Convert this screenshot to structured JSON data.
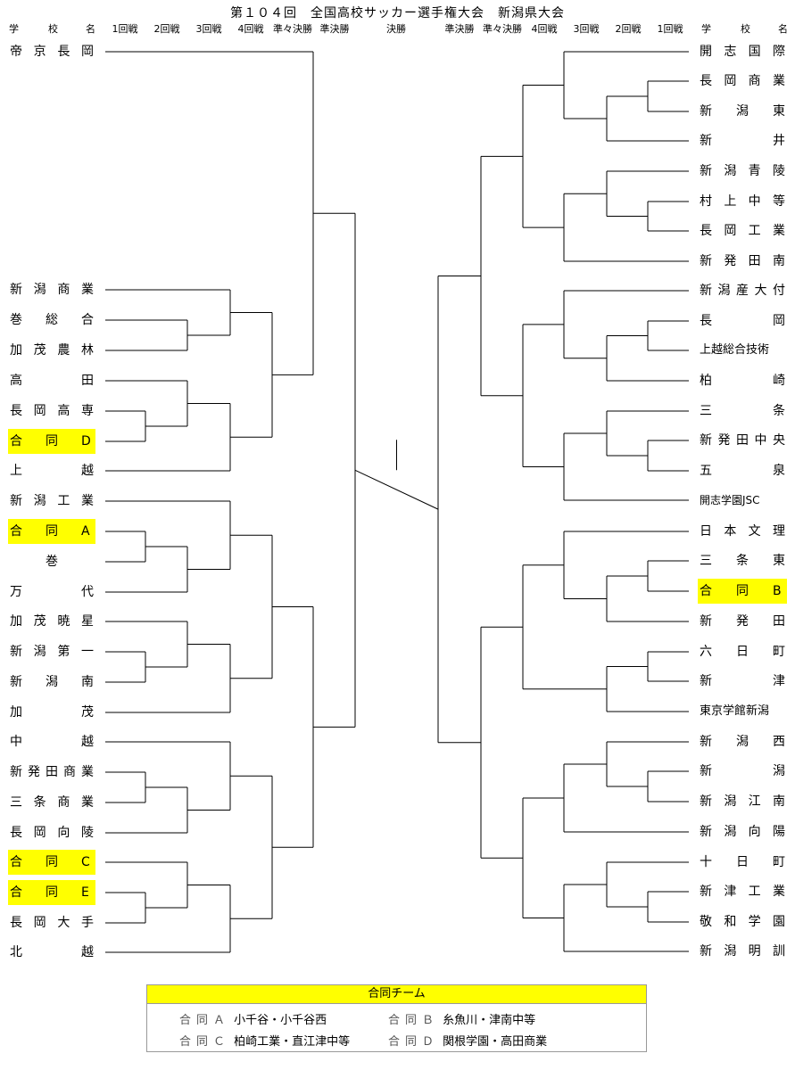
{
  "title": "第１０４回　全国高校サッカー選手権大会　新潟県大会",
  "headers": {
    "school": [
      "学",
      "校",
      "名"
    ],
    "left_rounds": [
      "1回戦",
      "2回戦",
      "3回戦",
      "4回戦",
      "準々決勝",
      "準決勝"
    ],
    "final": "決勝",
    "right_rounds": [
      "準決勝",
      "準々決勝",
      "4回戦",
      "3回戦",
      "2回戦",
      "1回戦"
    ]
  },
  "left_teams": [
    {
      "name": "帝京長岡",
      "highlight": false
    },
    {
      "name": "新潟商業",
      "highlight": false
    },
    {
      "name": "巻総合",
      "highlight": false
    },
    {
      "name": "加茂農林",
      "highlight": false
    },
    {
      "name": "高田",
      "highlight": false
    },
    {
      "name": "長岡高専",
      "highlight": false
    },
    {
      "name": "合同D",
      "highlight": true
    },
    {
      "name": "上越",
      "highlight": false
    },
    {
      "name": "新潟工業",
      "highlight": false
    },
    {
      "name": "合同A",
      "highlight": true
    },
    {
      "name": "巻",
      "highlight": false
    },
    {
      "name": "万代",
      "highlight": false
    },
    {
      "name": "加茂暁星",
      "highlight": false
    },
    {
      "name": "新潟第一",
      "highlight": false
    },
    {
      "name": "新潟南",
      "highlight": false
    },
    {
      "name": "加茂",
      "highlight": false
    },
    {
      "name": "中越",
      "highlight": false
    },
    {
      "name": "新発田商業",
      "highlight": false
    },
    {
      "name": "三条商業",
      "highlight": false
    },
    {
      "name": "長岡向陵",
      "highlight": false
    },
    {
      "name": "合同C",
      "highlight": true
    },
    {
      "name": "合同E",
      "highlight": true
    },
    {
      "name": "長岡大手",
      "highlight": false
    },
    {
      "name": "北越",
      "highlight": false
    }
  ],
  "right_teams": [
    {
      "name": "開志国際",
      "highlight": false
    },
    {
      "name": "長岡商業",
      "highlight": false
    },
    {
      "name": "新潟東",
      "highlight": false
    },
    {
      "name": "新井",
      "highlight": false
    },
    {
      "name": "新潟青陵",
      "highlight": false
    },
    {
      "name": "村上中等",
      "highlight": false
    },
    {
      "name": "長岡工業",
      "highlight": false
    },
    {
      "name": "新発田南",
      "highlight": false
    },
    {
      "name": "新潟産大付",
      "highlight": false
    },
    {
      "name": "長岡",
      "highlight": false
    },
    {
      "name": "上越総合技術",
      "highlight": false
    },
    {
      "name": "柏崎",
      "highlight": false
    },
    {
      "name": "三条",
      "highlight": false
    },
    {
      "name": "新発田中央",
      "highlight": false
    },
    {
      "name": "五泉",
      "highlight": false
    },
    {
      "name": "開志学園JSC",
      "highlight": false
    },
    {
      "name": "日本文理",
      "highlight": false
    },
    {
      "name": "三条東",
      "highlight": false
    },
    {
      "name": "合同B",
      "highlight": true
    },
    {
      "name": "新発田",
      "highlight": false
    },
    {
      "name": "六日町",
      "highlight": false
    },
    {
      "name": "新津",
      "highlight": false
    },
    {
      "name": "東京学館新潟",
      "highlight": false
    },
    {
      "name": "新潟西",
      "highlight": false
    },
    {
      "name": "新潟",
      "highlight": false
    },
    {
      "name": "新潟江南",
      "highlight": false
    },
    {
      "name": "新潟向陽",
      "highlight": false
    },
    {
      "name": "十日町",
      "highlight": false
    },
    {
      "name": "新津工業",
      "highlight": false
    },
    {
      "name": "敬和学園",
      "highlight": false
    },
    {
      "name": "新潟明訓",
      "highlight": false
    }
  ],
  "legend": {
    "title": "合同チーム",
    "entries": [
      {
        "tag": "合同Ａ",
        "members": "小千谷・小千谷西"
      },
      {
        "tag": "合同Ｂ",
        "members": "糸魚川・津南中等"
      },
      {
        "tag": "合同Ｃ",
        "members": "柏崎工業・直江津中等"
      },
      {
        "tag": "合同Ｄ",
        "members": "関根学園・高田商業"
      }
    ]
  },
  "colors": {
    "highlight": "#ffff00",
    "line": "#000000"
  }
}
